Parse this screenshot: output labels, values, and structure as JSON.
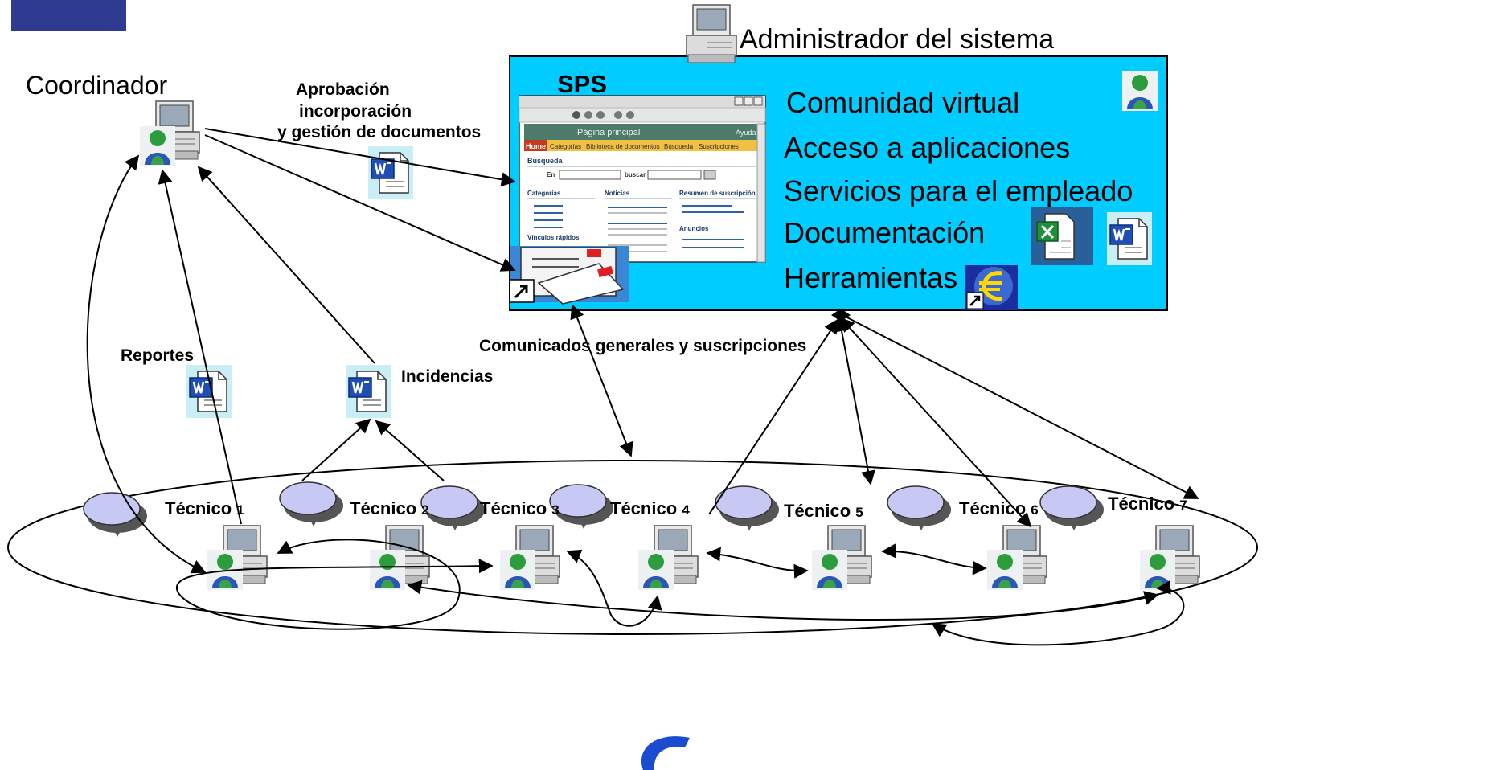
{
  "colors": {
    "sps_panel": "#00ccff",
    "corner_block": "#2f3a91",
    "bubble_fill": "#c8c8f5",
    "word_icon": "#1f4fb5",
    "excel_icon": "#1f8f3a"
  },
  "coordinator": {
    "label": "Coordinador",
    "icon": "computer-user-icon"
  },
  "admin": {
    "label": "Administrador del sistema",
    "icon": "computer-icon"
  },
  "sps": {
    "title": "SPS",
    "services": [
      "Comunidad virtual",
      "Acceso a aplicaciones",
      "Servicios para el empleado",
      "Documentación",
      "Herramientas"
    ],
    "browser": {
      "header_title": "Página principal",
      "header_help": "Ayuda",
      "nav": [
        "Home",
        "Categorías",
        "Biblioteca de documentos",
        "Búsqueda",
        "Suscripciones"
      ],
      "search_title": "Búsqueda",
      "search_in": "En",
      "search_button": "buscar",
      "col1": "Categorías",
      "col2": "Noticias",
      "col3": "Resumen de suscripción",
      "col3b": "Anuncios",
      "col1b": "Vínculos rápidos"
    }
  },
  "flows": {
    "approval": [
      "Aprobación",
      "incorporación",
      "y gestión de documentos"
    ],
    "communications": "Comunicados generales y suscripciones",
    "reports": "Reportes",
    "incidents": "Incidencias"
  },
  "technicians": [
    {
      "name": "Técnico ",
      "num": "1"
    },
    {
      "name": "Técnico ",
      "num": "2"
    },
    {
      "name": "Técnico ",
      "num": "3"
    },
    {
      "name": "Técnico ",
      "num": "4"
    },
    {
      "name": "Técnico ",
      "num": "5"
    },
    {
      "name": "Técnico ",
      "num": "6"
    },
    {
      "name": "Técnico ",
      "num": "7"
    }
  ]
}
